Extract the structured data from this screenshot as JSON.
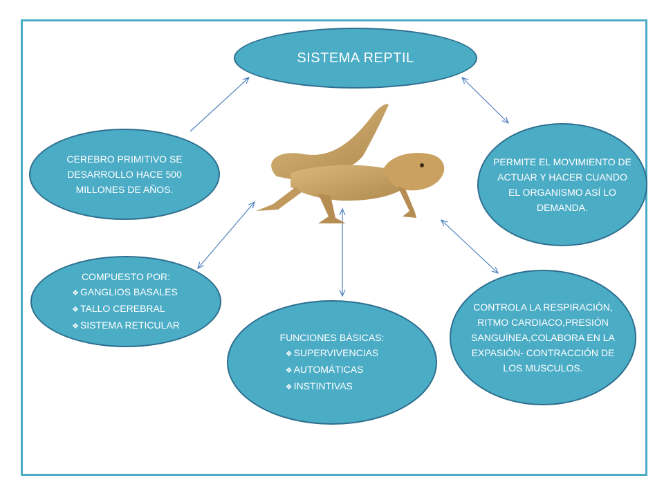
{
  "diagram": {
    "title": "SISTEMA REPTIL",
    "nodes": {
      "left_top": {
        "text": "CEREBRO PRIMITIVO SE DESARROLLO HACE 500 MILLONES DE AÑOS."
      },
      "right_top": {
        "text": "PERMITE EL MOVIMIENTO DE ACTUAR Y HACER CUANDO EL ORGANISMO ASÍ LO DEMANDA."
      },
      "left_bottom": {
        "heading": "COMPUESTO POR:",
        "items": [
          "GANGLIOS BASALES",
          "TALLO CEREBRAL",
          "SISTEMA RETICULAR"
        ]
      },
      "center_bottom": {
        "heading": "FUNCIONES BÁSICAS:",
        "items": [
          "SUPERVIVENCIAS",
          "AUTOMÁTICAS",
          "INSTINTIVAS"
        ]
      },
      "right_bottom": {
        "text": "CONTROLA LA RESPIRACIÓN, RITMO CARDIACO,PRESIÓN SANGUÍNEA,COLABORA EN LA EXPASIÓN- CONTRACCIÓN DE LOS MUSCULOS."
      }
    },
    "colors": {
      "node_fill": "#4bacc6",
      "node_border": "#2e6e8e",
      "frame": "#4bacc6",
      "arrow": "#4f81bd"
    },
    "image": "bearded-dragon-lizard"
  }
}
